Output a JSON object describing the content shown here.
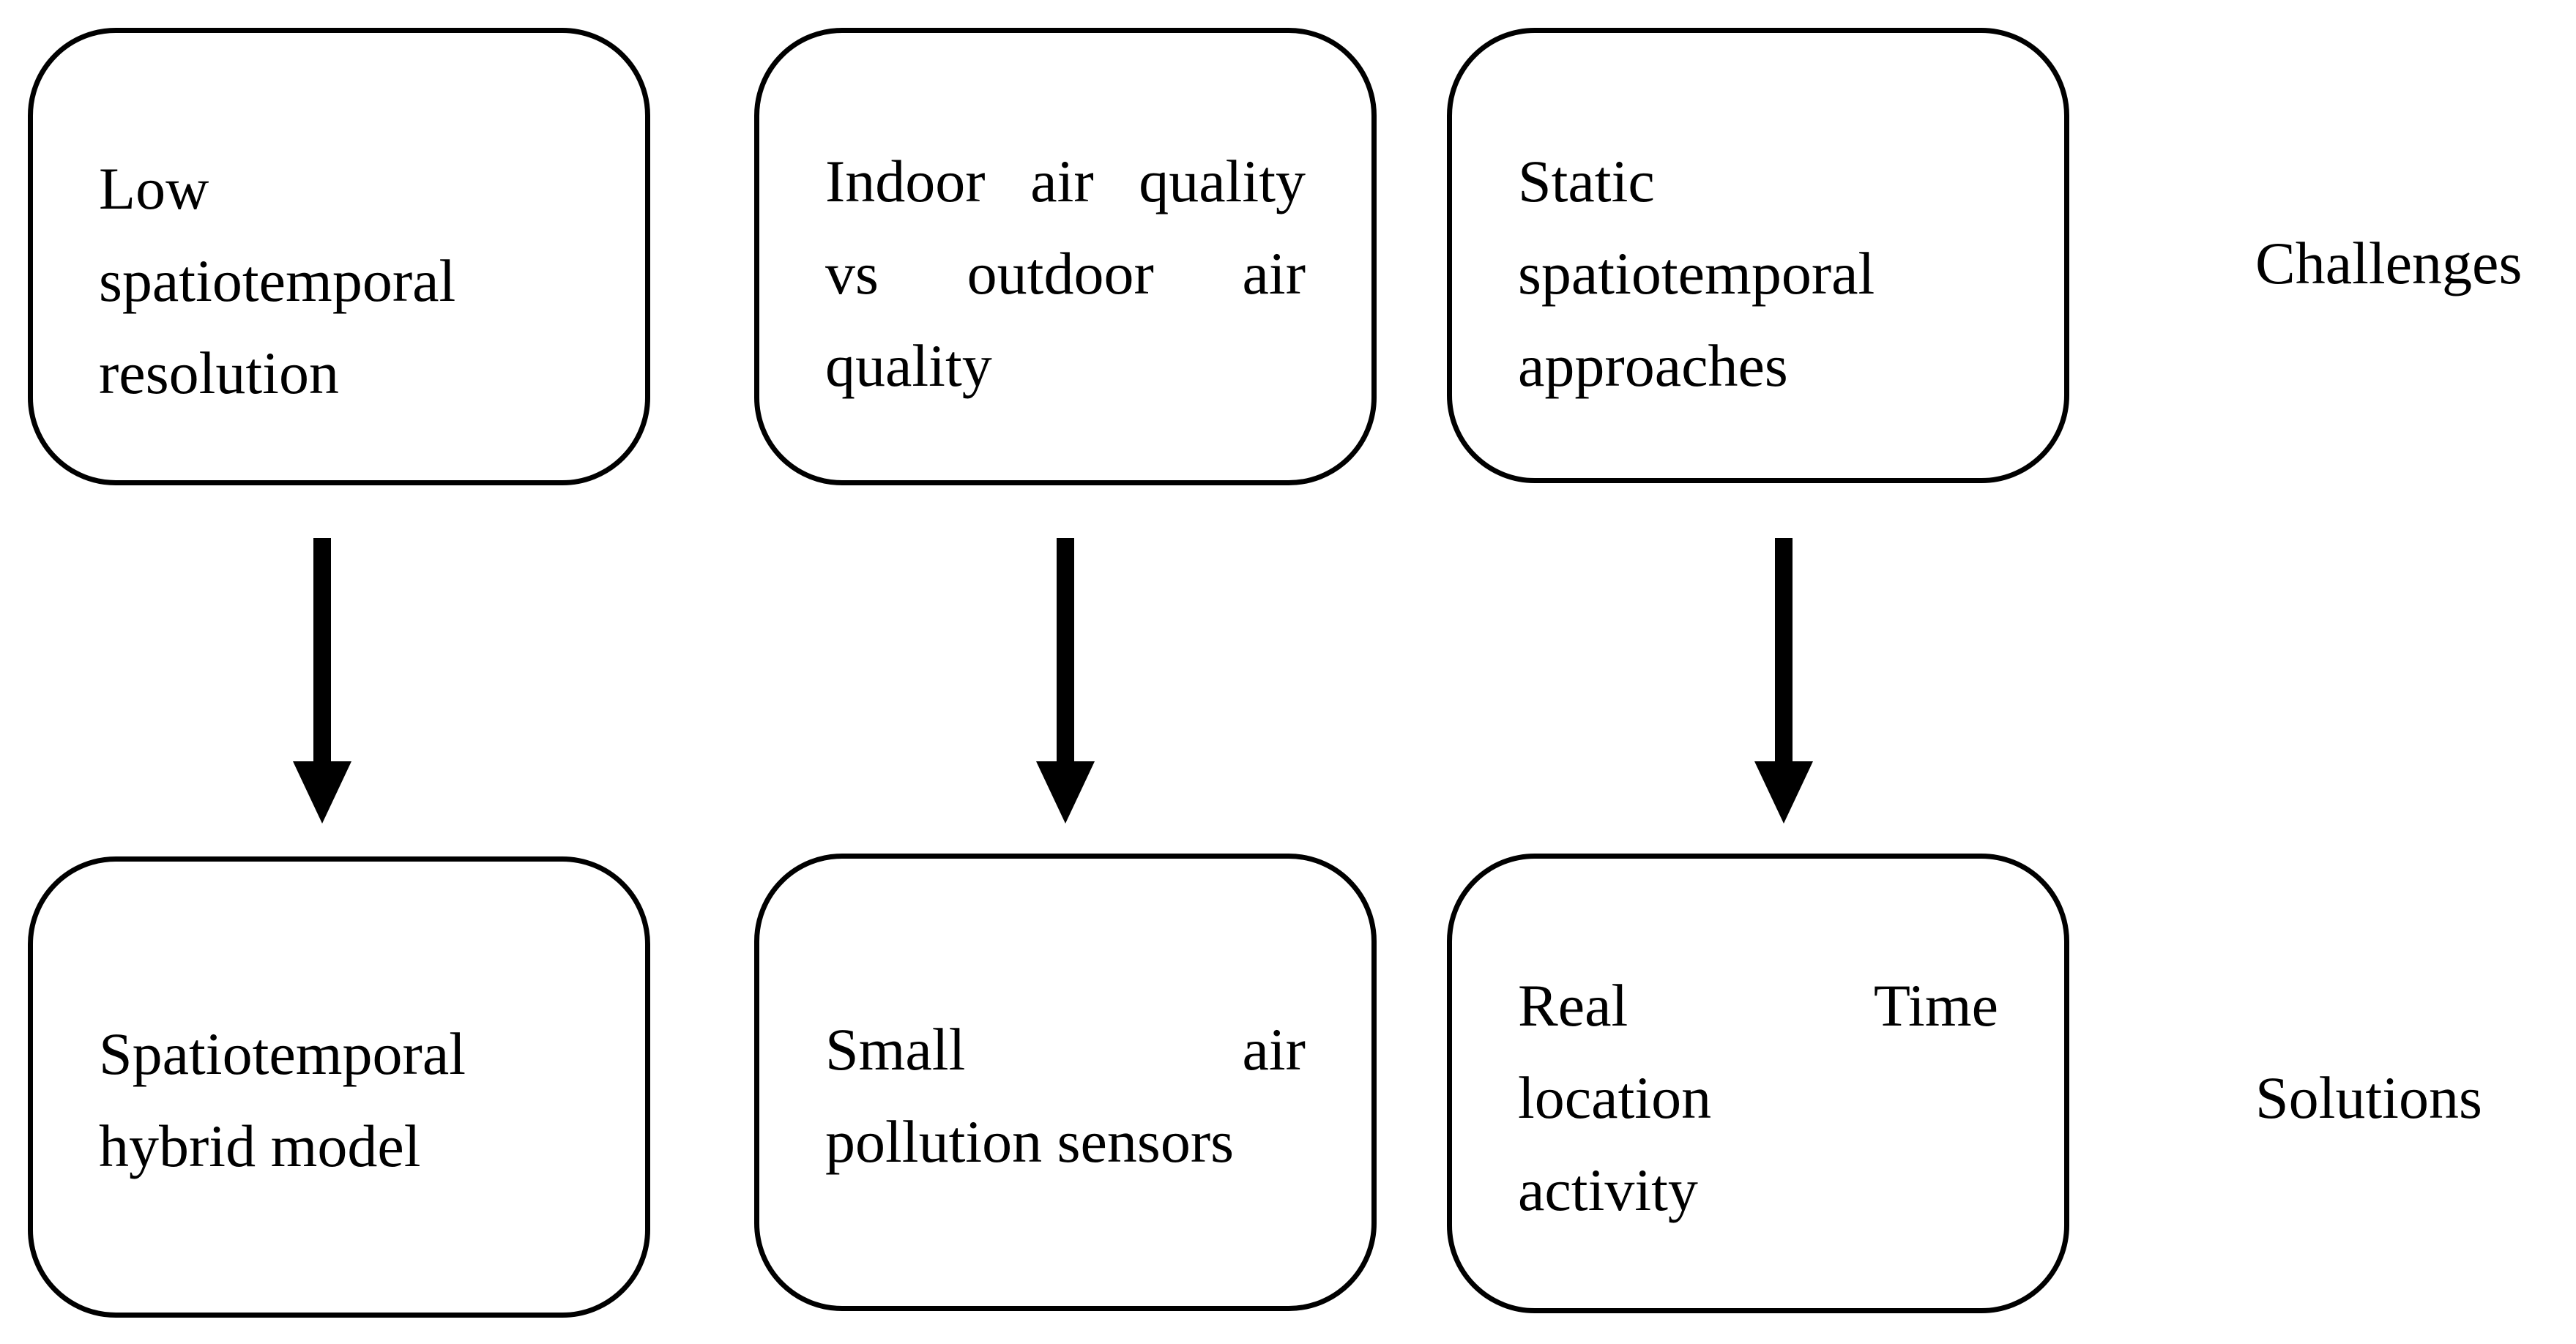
{
  "challenges_label": "Challenges",
  "solutions_label": "Solutions",
  "challenges": [
    {
      "lines": [
        "Low",
        "spatiotemporal",
        "resolution"
      ]
    },
    {
      "lines": [
        "Indoor air quality",
        "vs outdoor air",
        "quality"
      ]
    },
    {
      "lines": [
        "Static",
        "spatiotemporal",
        "approaches"
      ]
    }
  ],
  "solutions": [
    {
      "lines": [
        "Spatiotemporal",
        "hybrid model"
      ]
    },
    {
      "lines": [
        "Small air",
        "pollution sensors"
      ]
    },
    {
      "lines": [
        "Real Time",
        "location",
        "activity"
      ]
    }
  ]
}
